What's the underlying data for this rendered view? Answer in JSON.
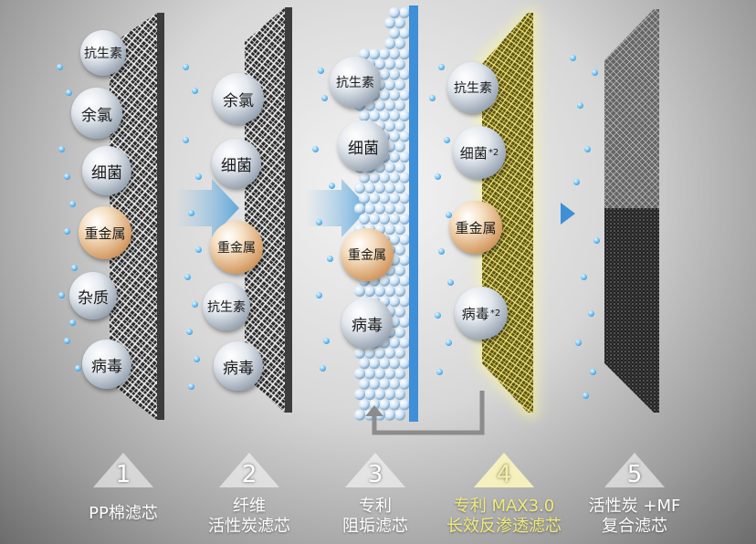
{
  "colors": {
    "highlight": "#f1ea7c",
    "water": "#59b4ee",
    "metal_ball": "#d7a06a"
  },
  "stages": [
    {
      "number": "1",
      "lines": [
        "PP棉滤芯"
      ],
      "particles": [
        "抗生素",
        "余氯",
        "细菌",
        "重金属",
        "杂质",
        "病毒"
      ]
    },
    {
      "number": "2",
      "lines": [
        "纤维",
        "活性炭滤芯"
      ],
      "particles": [
        "余氯",
        "细菌",
        "重金属",
        "抗生素",
        "病毒"
      ]
    },
    {
      "number": "3",
      "lines": [
        "专利",
        "阻垢滤芯"
      ],
      "particles": [
        "抗生素",
        "细菌",
        "重金属",
        "病毒"
      ]
    },
    {
      "number": "4",
      "lines": [
        "专利 MAX3.0",
        "长效反渗透滤芯"
      ],
      "particles": [
        "抗生素",
        "细菌",
        "重金属",
        "病毒"
      ],
      "superscript": "*2"
    },
    {
      "number": "5",
      "lines": [
        "活性炭 +MF",
        "复合滤芯"
      ],
      "particles": []
    }
  ]
}
